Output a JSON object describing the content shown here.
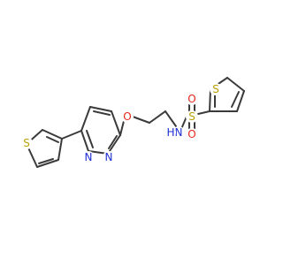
{
  "molecule": {
    "atoms": {
      "s_left_thiophene": {
        "symbol": "S",
        "color": "#b8a200"
      },
      "n_pyridazine_1": {
        "symbol": "N",
        "color": "#1f2fd6"
      },
      "n_pyridazine_2": {
        "symbol": "N",
        "color": "#1f2fd6"
      },
      "o_ether": {
        "symbol": "O",
        "color": "#e8261b"
      },
      "n_sulfonamide": {
        "symbol": "N",
        "color": "#1f2fd6"
      },
      "h_sulfonamide": {
        "symbol": "H",
        "color": "#1f2fd6"
      },
      "s_sulfonyl": {
        "symbol": "S",
        "color": "#b8a200"
      },
      "o_sulfonyl_top": {
        "symbol": "O",
        "color": "#e8261b"
      },
      "o_sulfonyl_bottom": {
        "symbol": "O",
        "color": "#e8261b"
      },
      "s_right_thiophene": {
        "symbol": "S",
        "color": "#b8a200"
      }
    }
  }
}
